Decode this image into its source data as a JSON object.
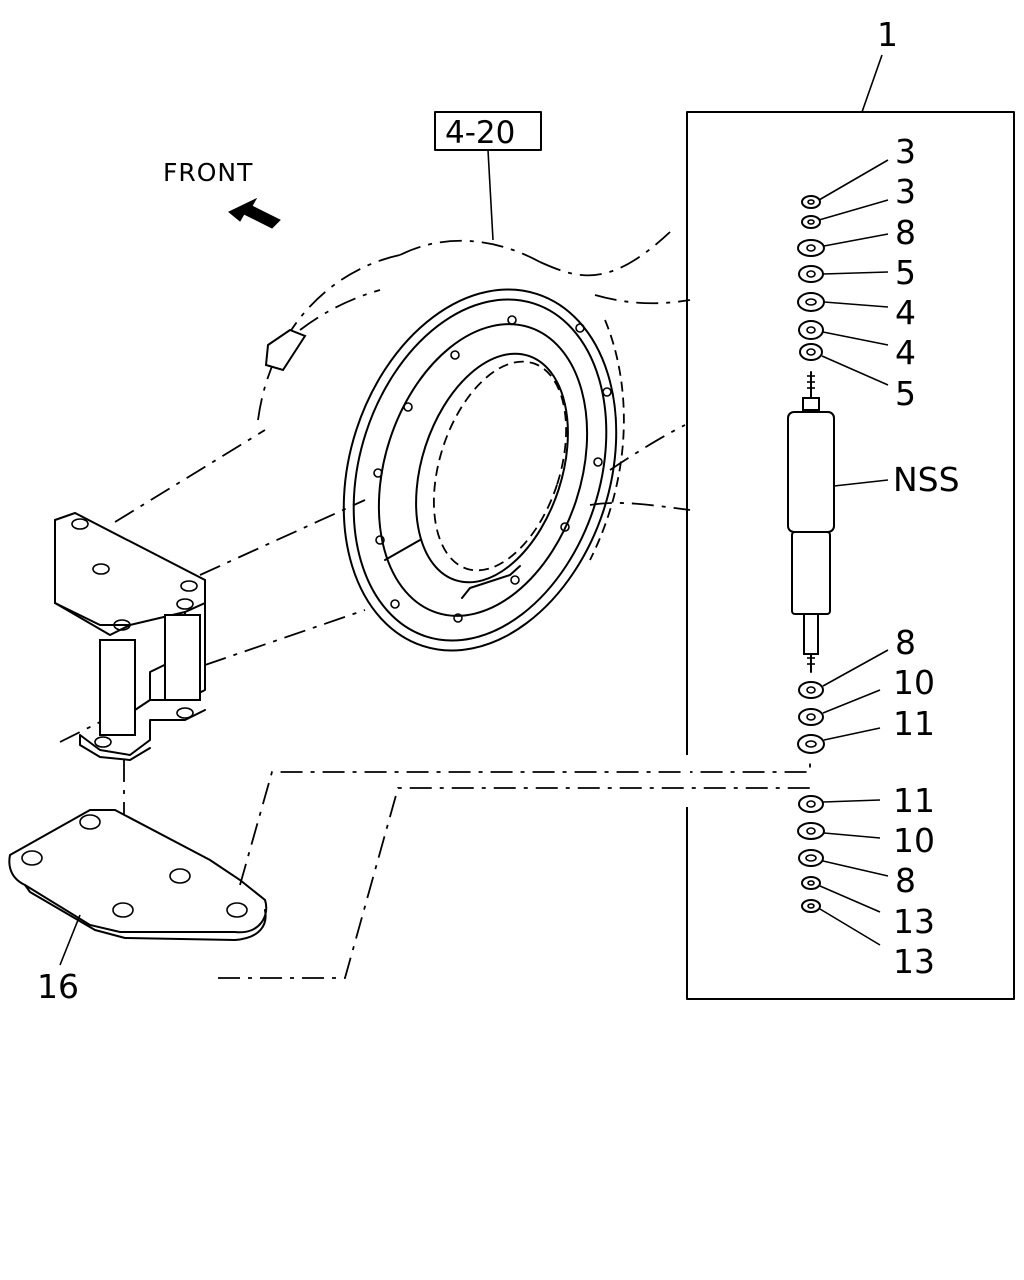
{
  "diagram": {
    "front_label": "FRONT",
    "reference_box": "4-20",
    "assembly_number": "1",
    "bracket_number": "16",
    "callouts": [
      {
        "id": "c1",
        "label": "3"
      },
      {
        "id": "c2",
        "label": "3"
      },
      {
        "id": "c3",
        "label": "8"
      },
      {
        "id": "c4",
        "label": "5"
      },
      {
        "id": "c5",
        "label": "4"
      },
      {
        "id": "c6",
        "label": "4"
      },
      {
        "id": "c7",
        "label": "5"
      },
      {
        "id": "c8",
        "label": "NSS"
      },
      {
        "id": "c9",
        "label": "8"
      },
      {
        "id": "c10",
        "label": "10"
      },
      {
        "id": "c11",
        "label": "11"
      },
      {
        "id": "c12",
        "label": "11"
      },
      {
        "id": "c13",
        "label": "10"
      },
      {
        "id": "c14",
        "label": "8"
      },
      {
        "id": "c15",
        "label": "13"
      },
      {
        "id": "c16",
        "label": "13"
      }
    ]
  }
}
